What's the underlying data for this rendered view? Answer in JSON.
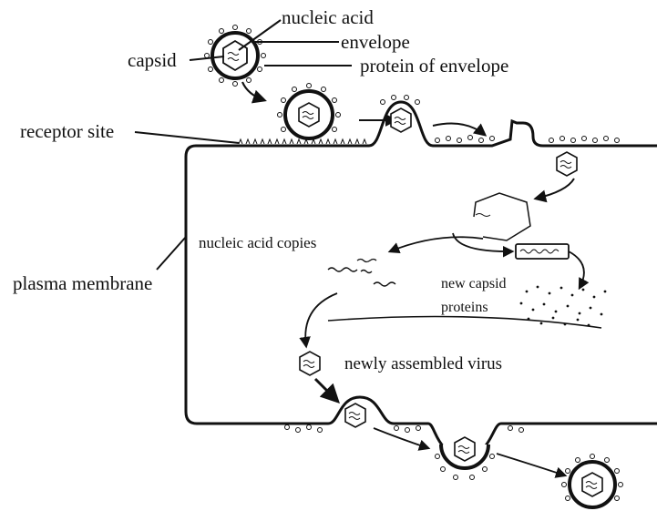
{
  "labels": {
    "nucleic_acid": "nucleic acid",
    "envelope": "envelope",
    "capsid": "capsid",
    "protein_of_envelope": "protein of envelope",
    "receptor_site": "receptor site",
    "plasma_membrane": "plasma membrane",
    "nucleic_acid_copies": "nucleic acid copies",
    "new_capsid_1": "new capsid",
    "new_capsid_2": "proteins",
    "newly_assembled": "newly assembled virus"
  },
  "colors": {
    "ink": "#111111",
    "background": "#ffffff"
  }
}
